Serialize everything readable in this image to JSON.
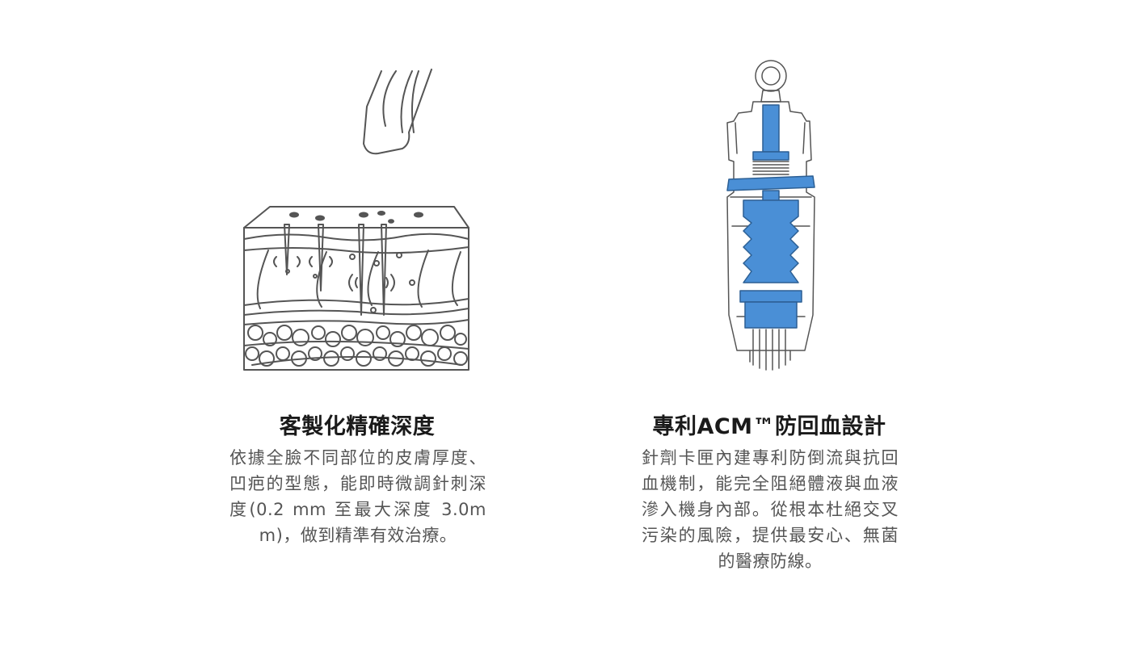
{
  "features": [
    {
      "title": "客製化精確深度",
      "description": "依據全臉不同部位的皮膚厚度、凹疤的型態，能即時微調針刺深度(0.2 mm 至最大深度 3.0mm)，做到精準有效治療。",
      "illustration": "skin-depth-illustration"
    },
    {
      "title": "專利ACM™防回血設計",
      "description": "針劑卡匣內建專利防倒流與抗回血機制，能完全阻絕體液與血液滲入機身內部。從根本杜絕交叉污染的風險，提供最安心、無菌的醫療防線。",
      "illustration": "cartridge-cutaway-illustration"
    }
  ],
  "colors": {
    "accent_blue": "#4a8fd6",
    "line_gray": "#555555",
    "title": "#1a1a1a",
    "body": "#555555"
  }
}
